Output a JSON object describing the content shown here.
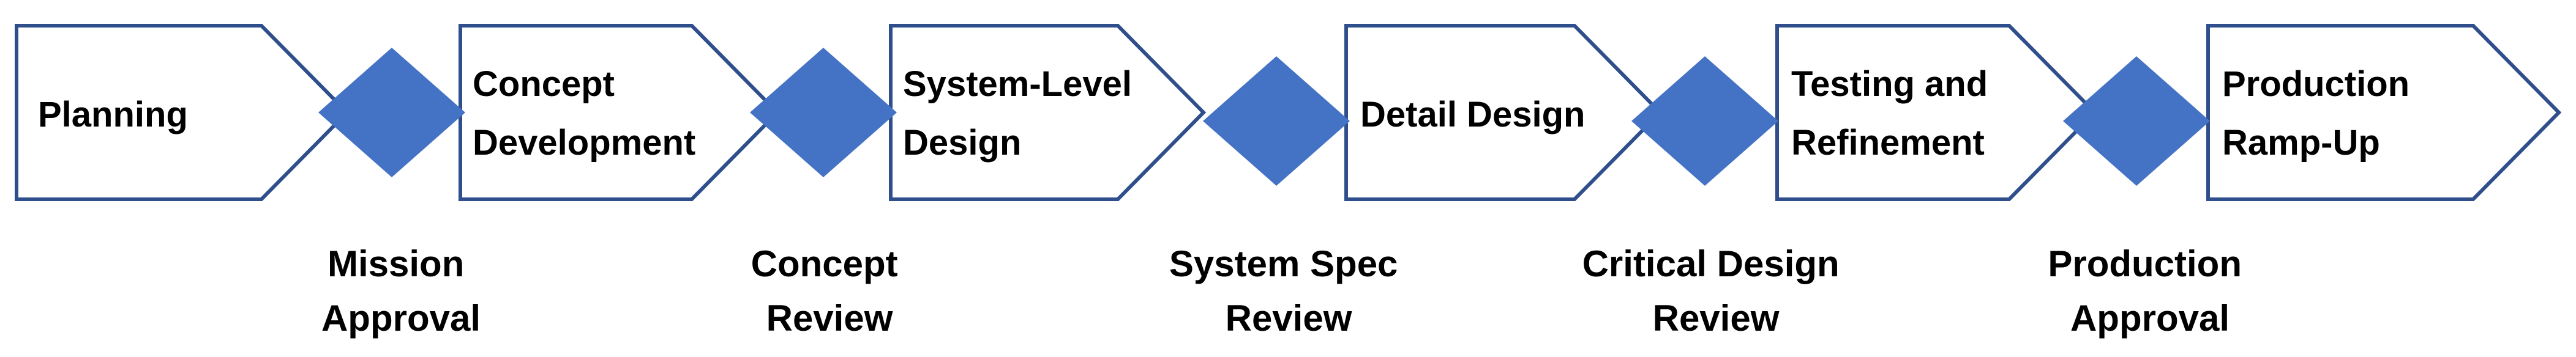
{
  "stages": [
    {
      "lines": [
        "Planning"
      ]
    },
    {
      "lines": [
        "Concept",
        "Development"
      ]
    },
    {
      "lines": [
        "System-Level",
        "Design"
      ]
    },
    {
      "lines": [
        "Detail Design"
      ]
    },
    {
      "lines": [
        "Testing and",
        "Refinement"
      ]
    },
    {
      "lines": [
        "Production",
        "Ramp-Up"
      ]
    }
  ],
  "gates": [
    {
      "lines": [
        "Mission",
        "Approval"
      ]
    },
    {
      "lines": [
        "Concept",
        "Review"
      ]
    },
    {
      "lines": [
        "System Spec",
        "Review"
      ]
    },
    {
      "lines": [
        "Critical Design",
        "Review"
      ]
    },
    {
      "lines": [
        "Production",
        "Approval"
      ]
    }
  ],
  "colors": {
    "stage_fill": "#ffffff",
    "stage_outline": "#2f4e8c",
    "gate_fill": "#4472c4",
    "text": "#000000"
  }
}
